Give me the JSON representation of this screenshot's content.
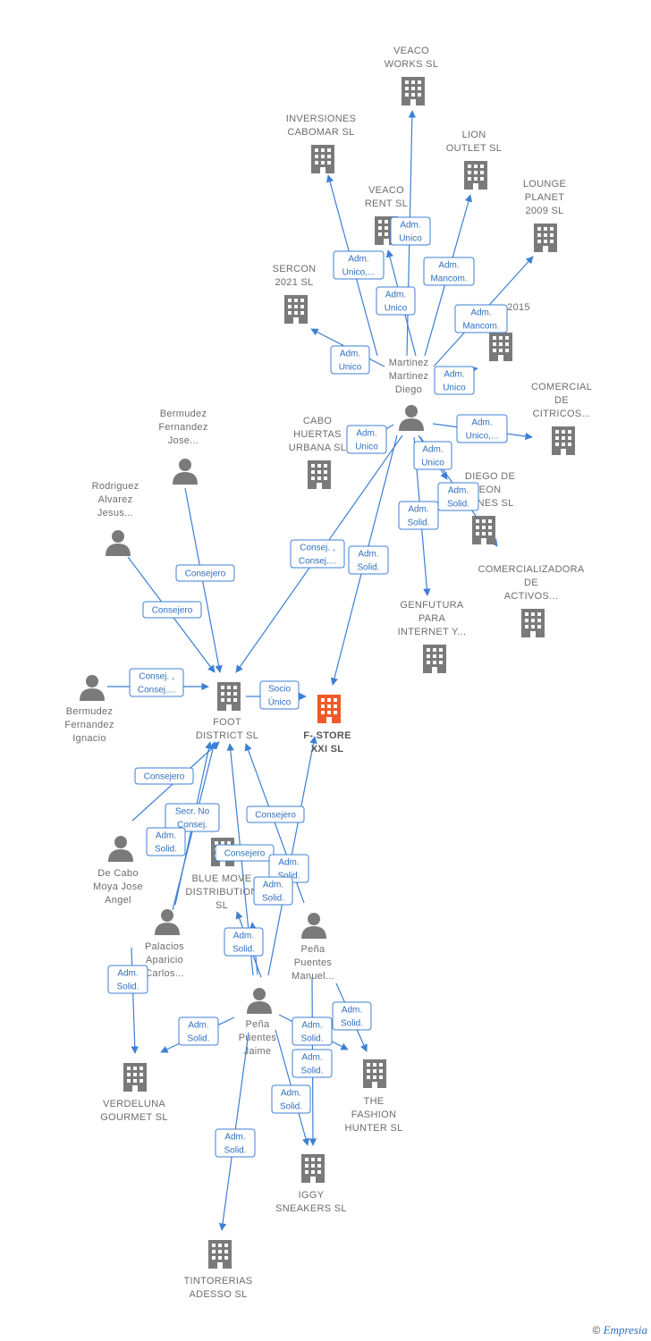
{
  "colors": {
    "edge": "#3d7fd4",
    "node": "#7a7a7a",
    "focus": "#f05a28"
  },
  "footer": {
    "symbol": "©",
    "brand": "Empresia"
  },
  "nodes": [
    {
      "id": "veaco_works",
      "type": "company",
      "lines": [
        "VEACO",
        "WORKS  SL"
      ]
    },
    {
      "id": "inversiones",
      "type": "company",
      "lines": [
        "INVERSIONES",
        "CABOMAR SL"
      ]
    },
    {
      "id": "lion",
      "type": "company",
      "lines": [
        "LION",
        "OUTLET  SL"
      ]
    },
    {
      "id": "veaco_rent",
      "type": "company",
      "lines": [
        "VEACO",
        "RENT  SL"
      ]
    },
    {
      "id": "lounge",
      "type": "company",
      "lines": [
        "LOUNGE",
        "PLANET",
        "2009 SL"
      ]
    },
    {
      "id": "sercon",
      "type": "company",
      "lines": [
        "SERCON",
        "2021 SL"
      ]
    },
    {
      "id": "c2015",
      "type": "company",
      "lines": [
        "2015"
      ]
    },
    {
      "id": "comercial_citricos",
      "type": "company",
      "lines": [
        "COMERCIAL",
        "DE",
        "CITRICOS..."
      ]
    },
    {
      "id": "cabo_huertas",
      "type": "company",
      "lines": [
        "CABO",
        "HUERTAS",
        "URBANA SL"
      ]
    },
    {
      "id": "diego_de",
      "type": "company",
      "lines": [
        "DIEGO DE",
        "EON",
        "IONES SL"
      ]
    },
    {
      "id": "comercializadora",
      "type": "company",
      "lines": [
        "COMERCIALIZADORA",
        "DE",
        "ACTIVOS..."
      ]
    },
    {
      "id": "genfutura",
      "type": "company",
      "lines": [
        "GENFUTURA",
        "PARA",
        "INTERNET Y..."
      ]
    },
    {
      "id": "foot",
      "type": "company",
      "lines": [
        "FOOT",
        "DISTRICT SL"
      ]
    },
    {
      "id": "fstore",
      "type": "focus",
      "lines": [
        "F- STORE",
        "XXI  SL"
      ]
    },
    {
      "id": "blue",
      "type": "company",
      "lines": [
        "BLUE MOVE",
        "DISTRIBUTION",
        "SL"
      ]
    },
    {
      "id": "verdeluna",
      "type": "company",
      "lines": [
        "VERDELUNA",
        "GOURMET SL"
      ]
    },
    {
      "id": "fashion",
      "type": "company",
      "lines": [
        "THE",
        "FASHION",
        "HUNTER SL"
      ]
    },
    {
      "id": "iggy",
      "type": "company",
      "lines": [
        "IGGY",
        "SNEAKERS  SL"
      ]
    },
    {
      "id": "tintorerias",
      "type": "company",
      "lines": [
        "TINTORERIAS",
        "ADESSO SL"
      ]
    },
    {
      "id": "mmd",
      "type": "person",
      "lines": [
        "Martinez",
        "Martinez",
        "Diego"
      ]
    },
    {
      "id": "bfj",
      "type": "person",
      "lines": [
        "Bermudez",
        "Fernandez",
        "Jose..."
      ]
    },
    {
      "id": "raj",
      "type": "person",
      "lines": [
        "Rodriguez",
        "Alvarez",
        "Jesus..."
      ]
    },
    {
      "id": "bfi",
      "type": "person",
      "lines": [
        "Bermudez",
        "Fernandez",
        "Ignacio"
      ]
    },
    {
      "id": "dcm",
      "type": "person",
      "lines": [
        "De Cabo",
        "Moya Jose",
        "Angel"
      ]
    },
    {
      "id": "pac",
      "type": "person",
      "lines": [
        "Palacios",
        "Aparicio",
        "Carlos..."
      ]
    },
    {
      "id": "ppm",
      "type": "person",
      "lines": [
        "Peña",
        "Puentes",
        "Manuel..."
      ]
    },
    {
      "id": "ppj",
      "type": "person",
      "lines": [
        "Peña",
        "Puentes",
        "Jaime"
      ]
    }
  ],
  "edges": [
    {
      "from": "mmd",
      "to": "veaco_works",
      "lines": [
        "Adm.",
        "Unico"
      ]
    },
    {
      "from": "mmd",
      "to": "inversiones",
      "lines": [
        "Adm.",
        "Unico,..."
      ]
    },
    {
      "from": "mmd",
      "to": "veaco_rent",
      "lines": [
        "Adm.",
        "Unico"
      ]
    },
    {
      "from": "mmd",
      "to": "lion",
      "lines": [
        "Adm.",
        "Mancom."
      ]
    },
    {
      "from": "mmd",
      "to": "lounge",
      "lines": [
        "Adm.",
        "Mancom."
      ]
    },
    {
      "from": "mmd",
      "to": "sercon",
      "lines": [
        "Adm.",
        "Unico"
      ]
    },
    {
      "from": "mmd",
      "to": "c2015",
      "lines": [
        "Adm.",
        "Unico"
      ]
    },
    {
      "from": "mmd",
      "to": "comercial_citricos",
      "lines": [
        "Adm.",
        "Unico,..."
      ]
    },
    {
      "from": "mmd",
      "to": "cabo_huertas",
      "lines": [
        "Adm.",
        "Unico"
      ]
    },
    {
      "from": "mmd",
      "to": "diego_de",
      "lines": [
        "Adm.",
        "Unico"
      ]
    },
    {
      "from": "mmd",
      "to": "comercializadora",
      "lines": [
        "Adm.",
        "Solid."
      ]
    },
    {
      "from": "mmd",
      "to": "genfutura",
      "lines": [
        "Adm.",
        "Solid."
      ]
    },
    {
      "from": "mmd",
      "to": "foot",
      "lines": [
        "Consej. ,",
        "Consej...."
      ]
    },
    {
      "from": "mmd",
      "to": "fstore",
      "lines": [
        "Adm.",
        "Solid."
      ]
    },
    {
      "from": "bfj",
      "to": "foot",
      "lines": [
        "Consejero"
      ]
    },
    {
      "from": "raj",
      "to": "foot",
      "lines": [
        "Consejero"
      ]
    },
    {
      "from": "bfi",
      "to": "foot",
      "lines": [
        "Consej. ,",
        "Consej...."
      ]
    },
    {
      "from": "foot",
      "to": "fstore",
      "lines": [
        "Socio",
        "Único"
      ]
    },
    {
      "from": "dcm",
      "to": "foot",
      "lines": [
        "Consejero"
      ]
    },
    {
      "from": "dcm",
      "to": "verdeluna",
      "lines": [
        "Adm.",
        "Solid."
      ]
    },
    {
      "from": "pac",
      "to": "foot",
      "lines": [
        "Secr.  No",
        "Consej."
      ]
    },
    {
      "from": "pac",
      "to": "blue",
      "lines": [
        "Adm.",
        "Solid."
      ]
    },
    {
      "from": "ppm",
      "to": "foot",
      "lines": [
        "Consejero"
      ]
    },
    {
      "from": "ppm",
      "to": "fashion",
      "lines": [
        "Adm.",
        "Solid."
      ]
    },
    {
      "from": "ppm",
      "to": "iggy",
      "lines": [
        "Adm.",
        "Solid."
      ]
    },
    {
      "from": "ppj",
      "to": "foot",
      "lines": [
        "Consejero"
      ]
    },
    {
      "from": "ppj",
      "to": "fstore",
      "lines": [
        "Adm.",
        "Solid."
      ]
    },
    {
      "from": "ppj",
      "to": "blue",
      "lines": [
        "Adm.",
        "Solid."
      ]
    },
    {
      "from": "ppj",
      "to": "verdeluna",
      "lines": [
        "Adm.",
        "Solid."
      ]
    },
    {
      "from": "ppj",
      "to": "fashion",
      "lines": [
        "Adm.",
        "Solid."
      ]
    },
    {
      "from": "ppj",
      "to": "iggy",
      "lines": [
        "Adm.",
        "Solid."
      ]
    },
    {
      "from": "ppj",
      "to": "tintorerias",
      "lines": [
        "Adm.",
        "Solid."
      ]
    },
    {
      "from": "ppj",
      "to": "blue",
      "lines": [
        "Adm.",
        "Solid."
      ]
    }
  ]
}
